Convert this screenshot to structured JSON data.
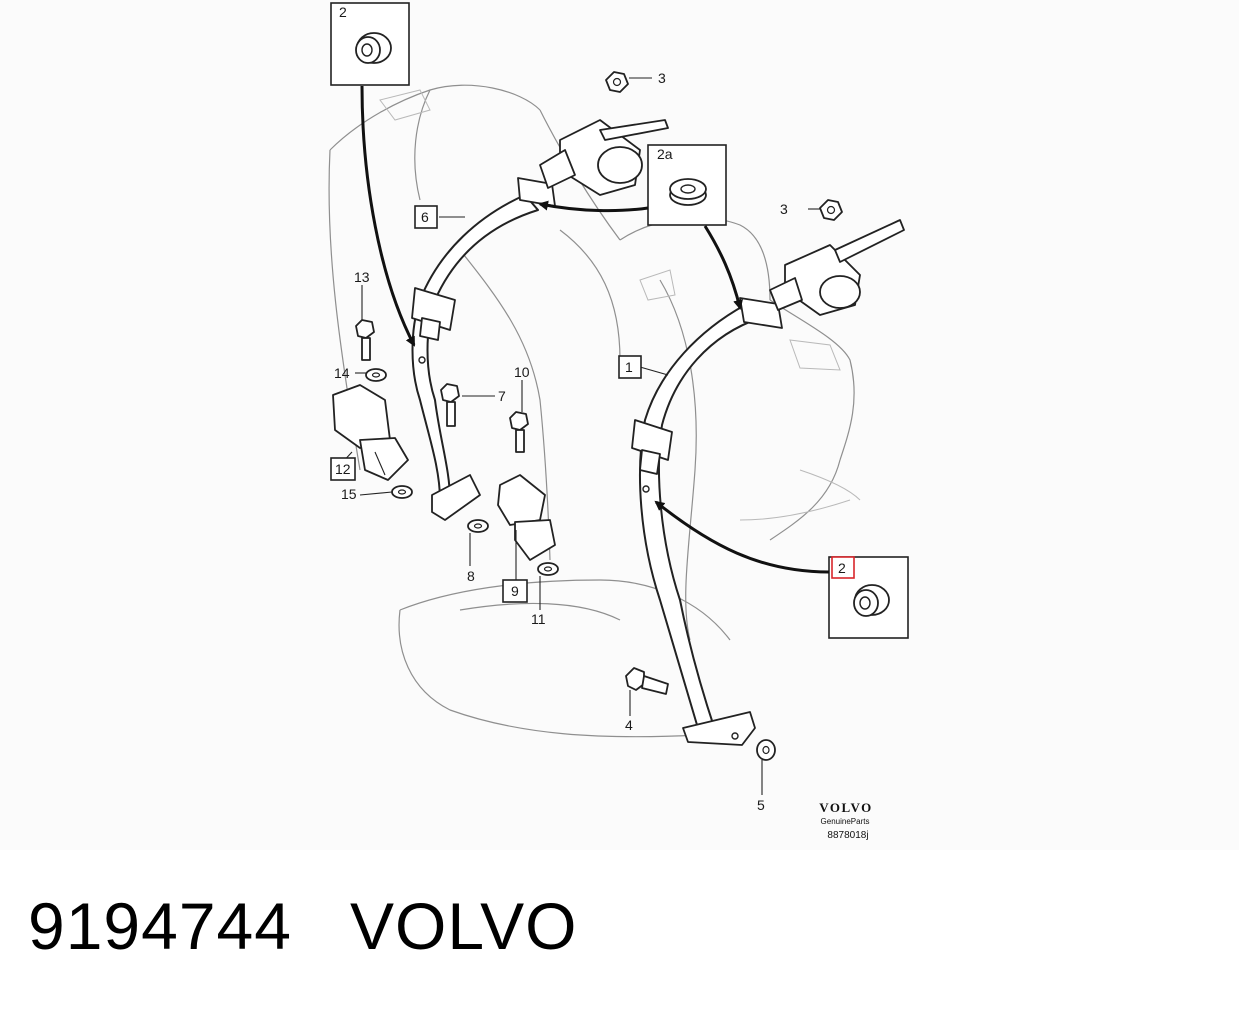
{
  "diagram": {
    "callouts": {
      "c2_top": "2",
      "c2a": "2a",
      "c2_right": "2",
      "c3_left": "3",
      "c3_right": "3",
      "c6": "6",
      "c1": "1",
      "c13": "13",
      "c14": "14",
      "c12": "12",
      "c15": "15",
      "c7": "7",
      "c10": "10",
      "c8": "8",
      "c9": "9",
      "c11": "11",
      "c4": "4",
      "c5": "5"
    },
    "brand": {
      "logo": "VOLVO",
      "tagline": "GenuineParts",
      "ref": "8878018j"
    },
    "highlight_color": "#d9262b"
  },
  "footer": {
    "part_number": "9194744",
    "make": "VOLVO"
  }
}
